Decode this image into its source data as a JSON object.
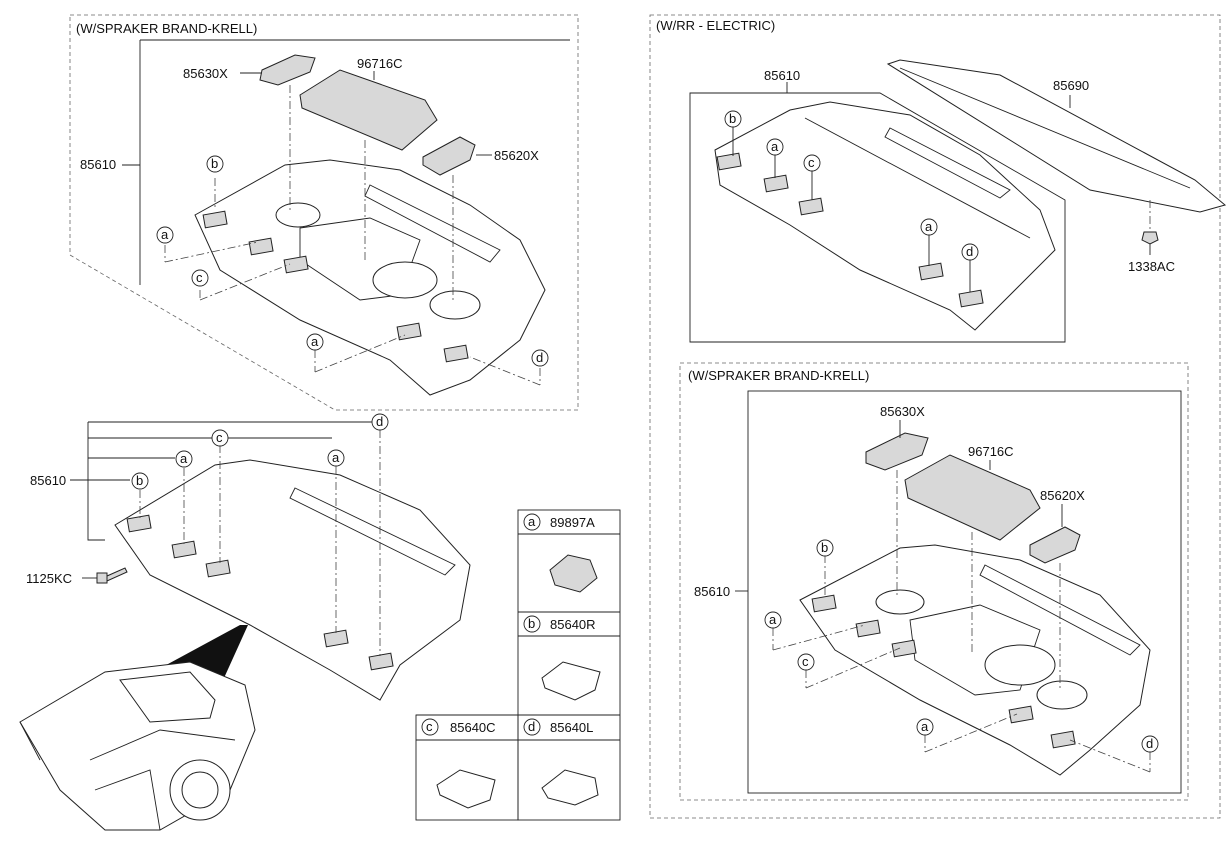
{
  "diagram": {
    "panels": {
      "top_left_header": "(W/SPRAKER BRAND-KRELL)",
      "top_right_header": "(W/RR - ELECTRIC)",
      "bottom_right_header": "(W/SPRAKER BRAND-KRELL)"
    },
    "part_labels": {
      "p85630x": "85630X",
      "p96716c": "96716C",
      "p85620x": "85620X",
      "p85610": "85610",
      "p85690": "85690",
      "p1338ac": "1338AC",
      "p1125kc": "1125KC"
    },
    "callouts": {
      "a": "a",
      "b": "b",
      "c": "c",
      "d": "d"
    },
    "legend": [
      {
        "key": "a",
        "part": "89897A"
      },
      {
        "key": "b",
        "part": "85640R"
      },
      {
        "key": "c",
        "part": "85640C"
      },
      {
        "key": "d",
        "part": "85640L"
      }
    ]
  }
}
